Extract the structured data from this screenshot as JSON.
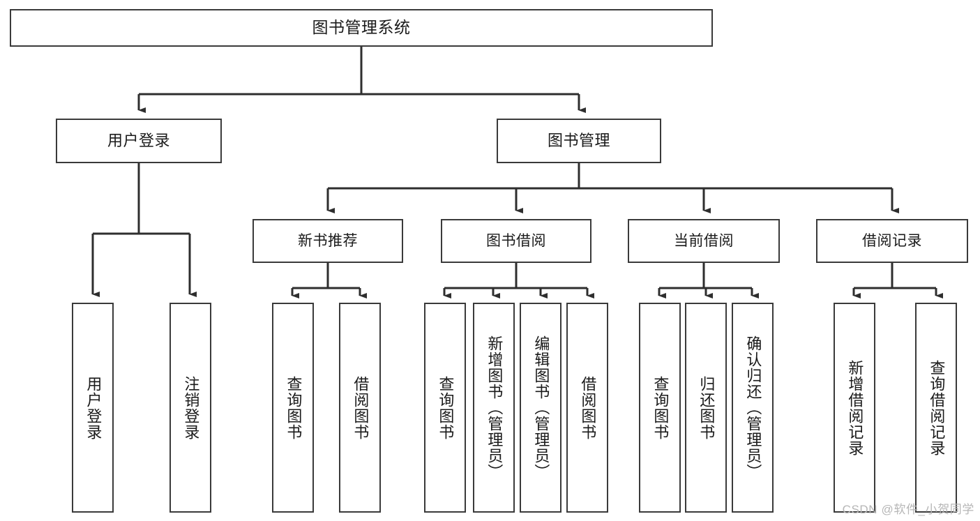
{
  "diagram": {
    "type": "tree-hierarchy",
    "title": "图书管理系统",
    "root": {
      "label": "图书管理系统"
    },
    "level2": [
      {
        "label": "用户登录"
      },
      {
        "label": "图书管理"
      }
    ],
    "level3": [
      {
        "label": "新书推荐"
      },
      {
        "label": "图书借阅"
      },
      {
        "label": "当前借阅"
      },
      {
        "label": "借阅记录"
      }
    ],
    "leaves": {
      "user_login": [
        {
          "label": "用户登录"
        },
        {
          "label": "注销登录"
        }
      ],
      "new_book_recommend": [
        {
          "label": "查询图书"
        },
        {
          "label": "借阅图书"
        }
      ],
      "book_borrow": [
        {
          "label": "查询图书"
        },
        {
          "label": "新增图书（管理员）"
        },
        {
          "label": "编辑图书（管理员）"
        },
        {
          "label": "借阅图书"
        }
      ],
      "current_borrow": [
        {
          "label": "查询图书"
        },
        {
          "label": "归还图书"
        },
        {
          "label": "确认归还（管理员）"
        }
      ],
      "borrow_record": [
        {
          "label": "新增借阅记录"
        },
        {
          "label": "查询借阅记录"
        }
      ]
    },
    "watermark": "CSDN @软件_小贺同学",
    "colors": {
      "stroke": "#3a3a3a",
      "background": "#ffffff",
      "text": "#1a1a1a",
      "watermark": "#b6b6b6"
    }
  }
}
